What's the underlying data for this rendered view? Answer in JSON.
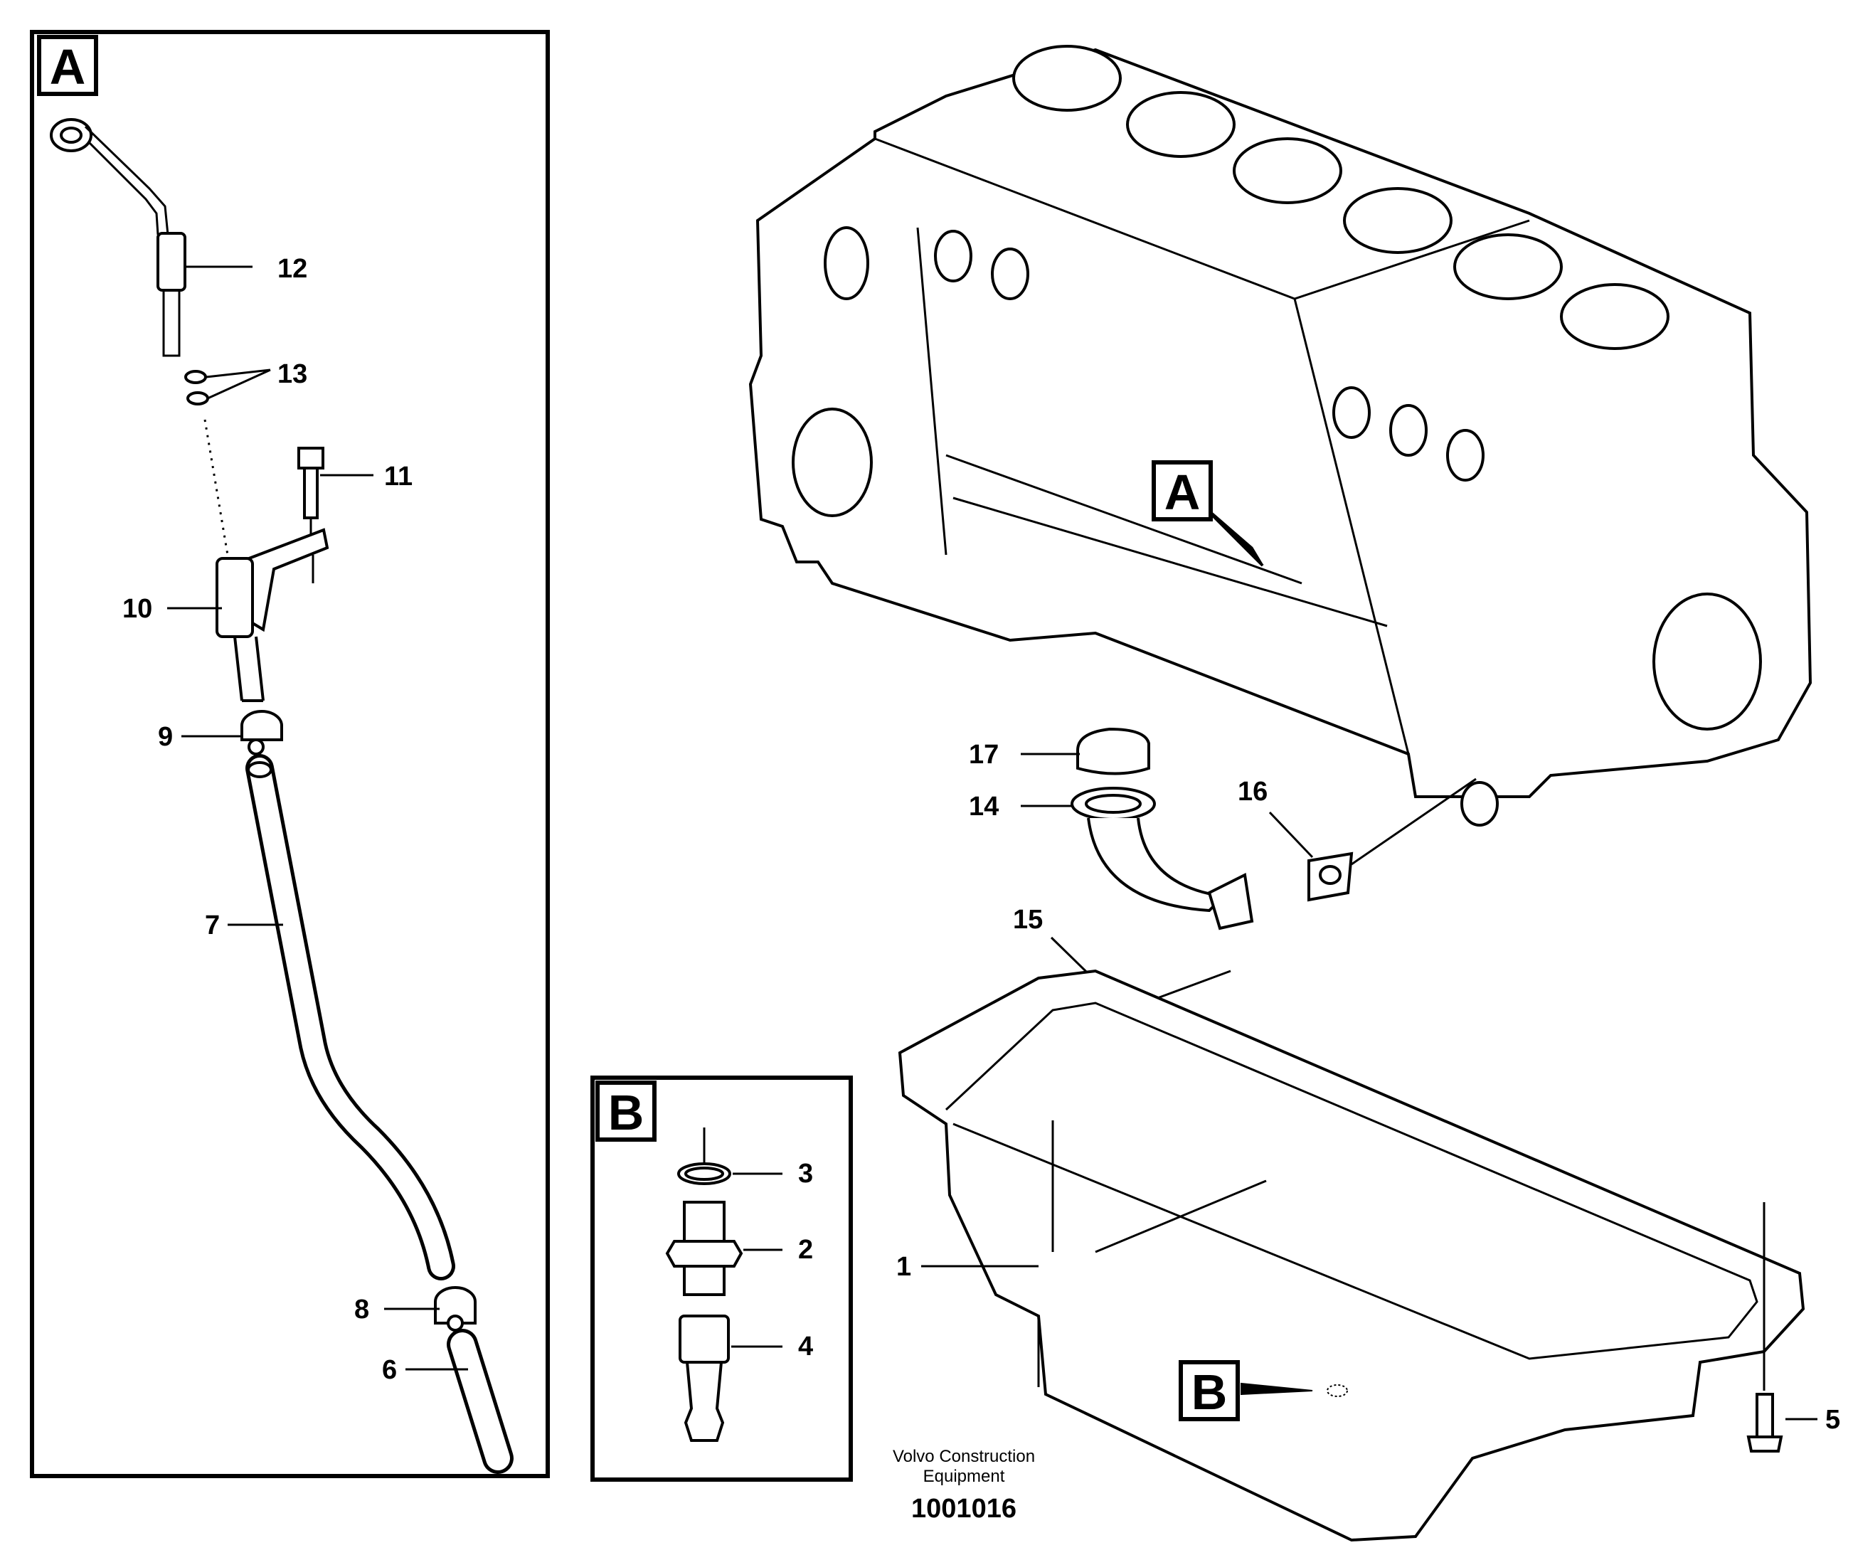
{
  "panels": {
    "a_label": "A",
    "b_label": "B"
  },
  "block_markers": {
    "a_label": "A",
    "b_label": "B"
  },
  "callouts": {
    "c1": "1",
    "c2": "2",
    "c3": "3",
    "c4": "4",
    "c5": "5",
    "c6": "6",
    "c7": "7",
    "c8": "8",
    "c9": "9",
    "c10": "10",
    "c11": "11",
    "c12": "12",
    "c13": "13",
    "c14": "14",
    "c15": "15",
    "c16": "16",
    "c17": "17"
  },
  "footer": {
    "maker_line1": "Volvo Construction",
    "maker_line2": "Equipment",
    "figure_number": "1001016"
  }
}
